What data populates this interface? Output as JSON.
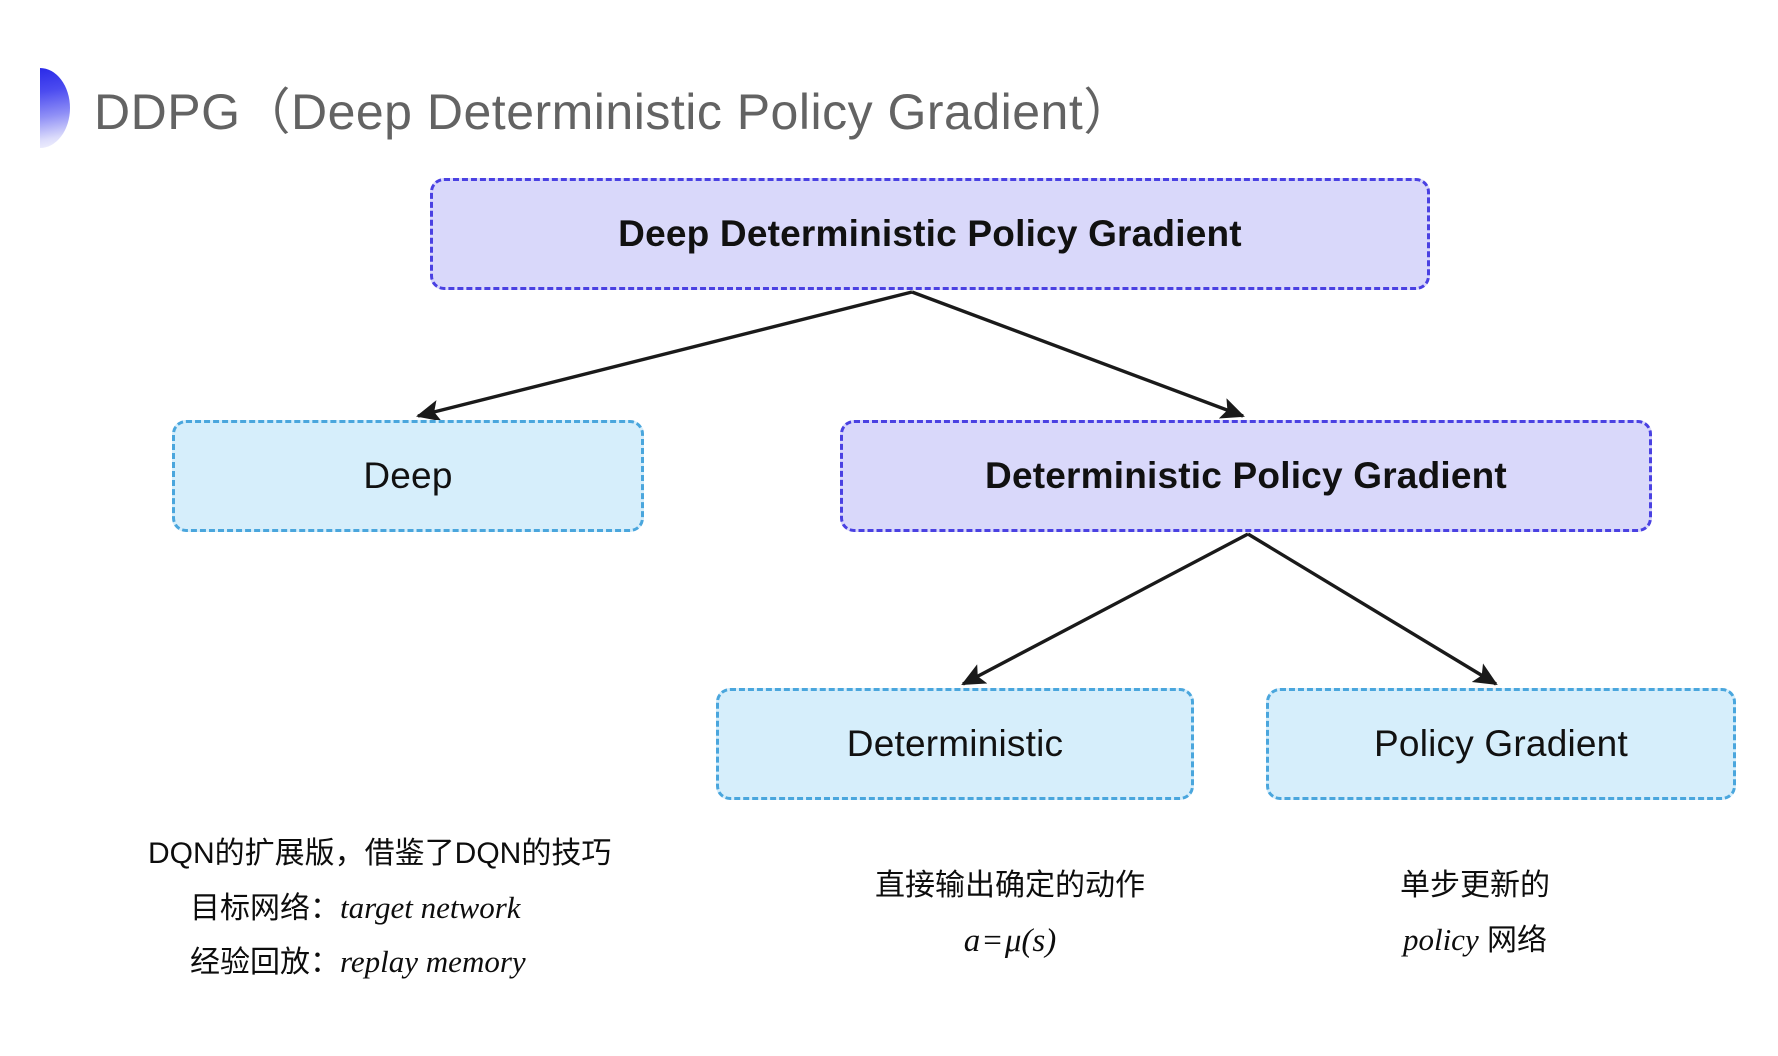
{
  "slide": {
    "title": "DDPG（Deep Deterministic Policy Gradient）",
    "background_color": "#ffffff",
    "bullet_gradient_from": "#2a2ae8",
    "bullet_gradient_to": "#f4f4fe",
    "title_color": "#636363"
  },
  "diagram": {
    "type": "tree",
    "accent_purple_fill": "#d9d8fa",
    "accent_purple_border": "#4a41e2",
    "accent_blue_fill": "#d6eefb",
    "accent_blue_border": "#4aa6dd",
    "arrow_color": "#1a1a1a",
    "nodes": [
      {
        "id": "root",
        "label": "Deep Deterministic Policy Gradient",
        "style": "purple",
        "level": 0
      },
      {
        "id": "deep",
        "label": "Deep",
        "style": "blue",
        "level": 1
      },
      {
        "id": "dpg",
        "label": "Deterministic Policy Gradient",
        "style": "purple",
        "level": 1
      },
      {
        "id": "det",
        "label": "Deterministic",
        "style": "blue",
        "level": 2
      },
      {
        "id": "pg",
        "label": "Policy Gradient",
        "style": "blue",
        "level": 2
      }
    ],
    "edges": [
      {
        "from": "root",
        "to": "deep"
      },
      {
        "from": "root",
        "to": "dpg"
      },
      {
        "from": "dpg",
        "to": "det"
      },
      {
        "from": "dpg",
        "to": "pg"
      }
    ]
  },
  "notes": {
    "deep": {
      "line1": "DQN的扩展版，借鉴了DQN的技巧",
      "line2_label": "目标网络：",
      "line2_term": "target network",
      "line3_label": "经验回放：",
      "line3_term": "replay memory"
    },
    "deterministic": {
      "line1": "直接输出确定的动作",
      "formula_lhs": "a",
      "formula_op": "=",
      "formula_rhs": "μ(s)"
    },
    "policy_gradient": {
      "line1": "单步更新的",
      "line2_term": "policy",
      "line2_suffix": " 网络"
    }
  }
}
